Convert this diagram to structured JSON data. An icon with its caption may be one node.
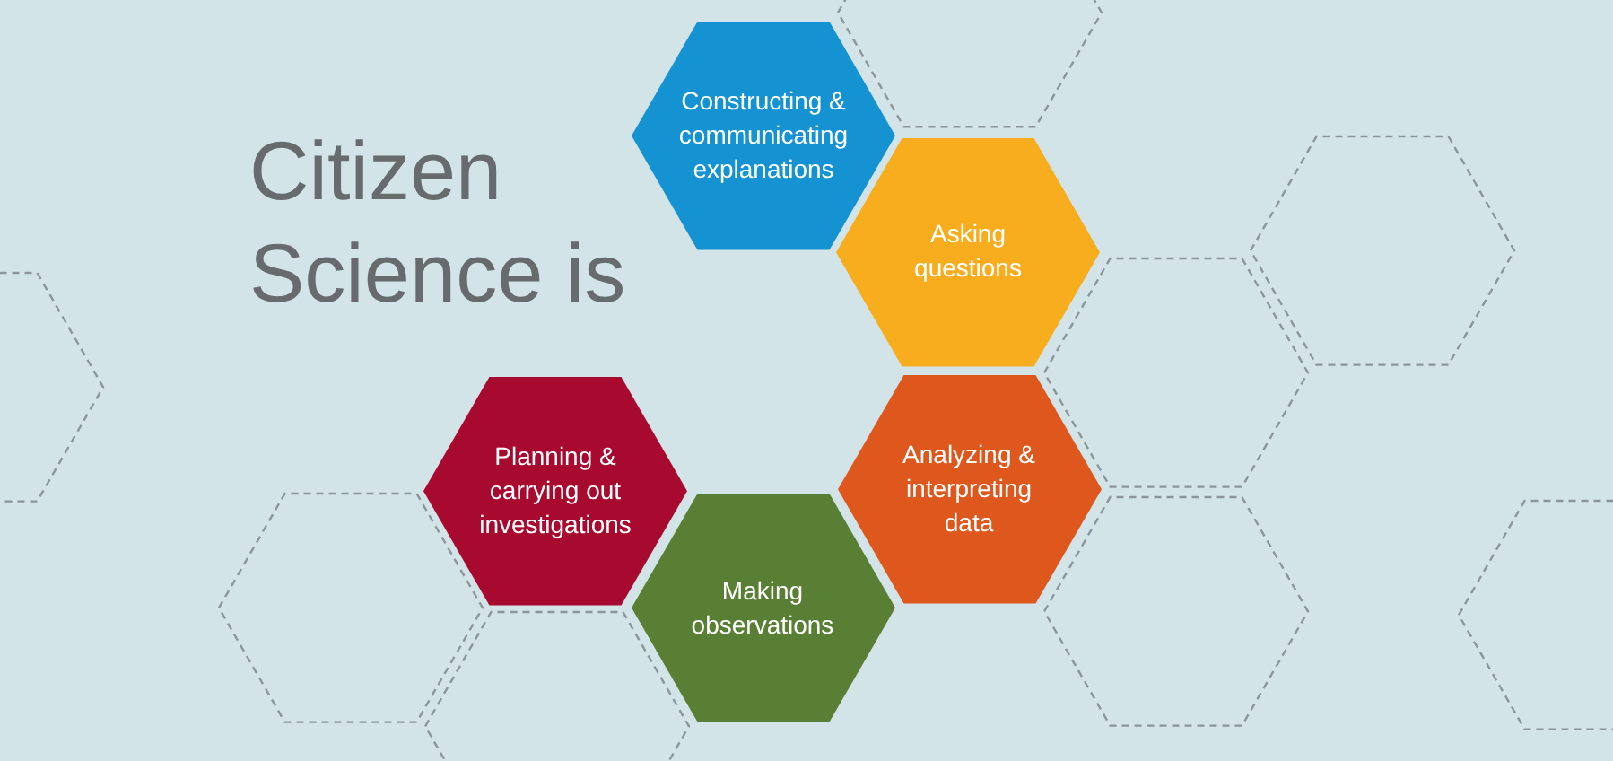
{
  "diagram": {
    "title": "Citizen Science is",
    "nodes": [
      {
        "text": [
          "Constructing & communicating explanations"
        ]
      },
      {
        "text": [
          "Asking questions"
        ]
      },
      {
        "text": [
          "Planning & carrying out investigations"
        ]
      },
      {
        "text": [
          "Analyzing & interpreting data"
        ]
      },
      {
        "text": [
          "Making observations"
        ]
      },
      {
        "text": [],
        "shape": "hexagon"
      },
      {
        "text": [],
        "shape": "hexagon"
      },
      {
        "text": [],
        "shape": "hexagon"
      },
      {
        "text": [],
        "shape": "hexagon"
      },
      {
        "text": [],
        "shape": "hexagon"
      },
      {
        "text": [],
        "shape": "hexagon"
      },
      {
        "text": [],
        "shape": "hexagon"
      },
      {
        "text": [],
        "shape": "hexagon"
      }
    ]
  }
}
